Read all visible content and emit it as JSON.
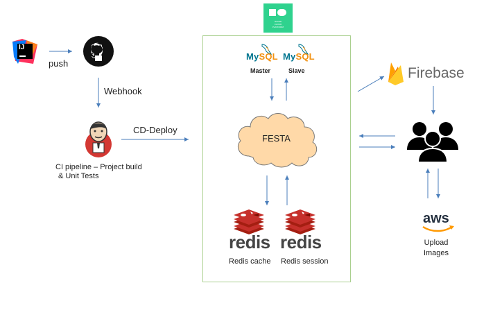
{
  "platform_logo": {
    "icon": "naver-cloud-platform-logo",
    "text": [
      "NAVER",
      "CLOUD",
      "PLATFORM"
    ]
  },
  "ide": {
    "icon": "intellij-idea-logo",
    "text": "IJ"
  },
  "push_label": "push",
  "github": {
    "icon": "github-logo"
  },
  "webhook_label": "Webhook",
  "jenkins": {
    "icon": "jenkins-logo"
  },
  "ci_label": [
    "CI pipeline – Project build",
    "& Unit Tests"
  ],
  "cd_label": "CD-Deploy",
  "mysql_master": {
    "logo_text": "MySQL",
    "label": "Master"
  },
  "mysql_slave": {
    "logo_text": "MySQL",
    "label": "Slave"
  },
  "festa_label": "FESTA",
  "redis_cache": {
    "logo_text": "redis",
    "label": "Redis cache"
  },
  "redis_session": {
    "logo_text": "redis",
    "label": "Redis session"
  },
  "firebase": {
    "icon": "firebase-logo",
    "label": "Firebase"
  },
  "users": {
    "icon": "users-icon"
  },
  "aws": {
    "logo_text": "aws",
    "label": [
      "Upload",
      "Images"
    ]
  },
  "colors": {
    "arrow": "#4a7ebb",
    "platform_border": "#a9cf8e",
    "naver_green": "#2fd28e",
    "cloud": "#ffd9a8",
    "redis_red": "#c6302b",
    "mysql_blue": "#00758f",
    "mysql_orange": "#f29111",
    "firebase_yellow": "#ffca28"
  }
}
